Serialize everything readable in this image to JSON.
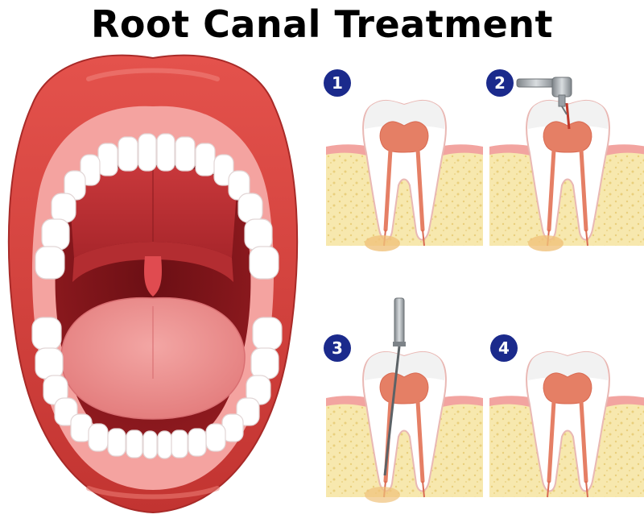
{
  "title": "Root Canal Treatment",
  "steps": [
    {
      "number": "1"
    },
    {
      "number": "2"
    },
    {
      "number": "3"
    },
    {
      "number": "4"
    }
  ],
  "colors": {
    "lip": "#d9433f",
    "gum": "#f3a3a0",
    "tooth": "#ffffff",
    "pulp": "#e0826a",
    "bone": "#f7e7ac",
    "step_badge": "#1b2a8c",
    "tool": "#9aa0a6"
  }
}
